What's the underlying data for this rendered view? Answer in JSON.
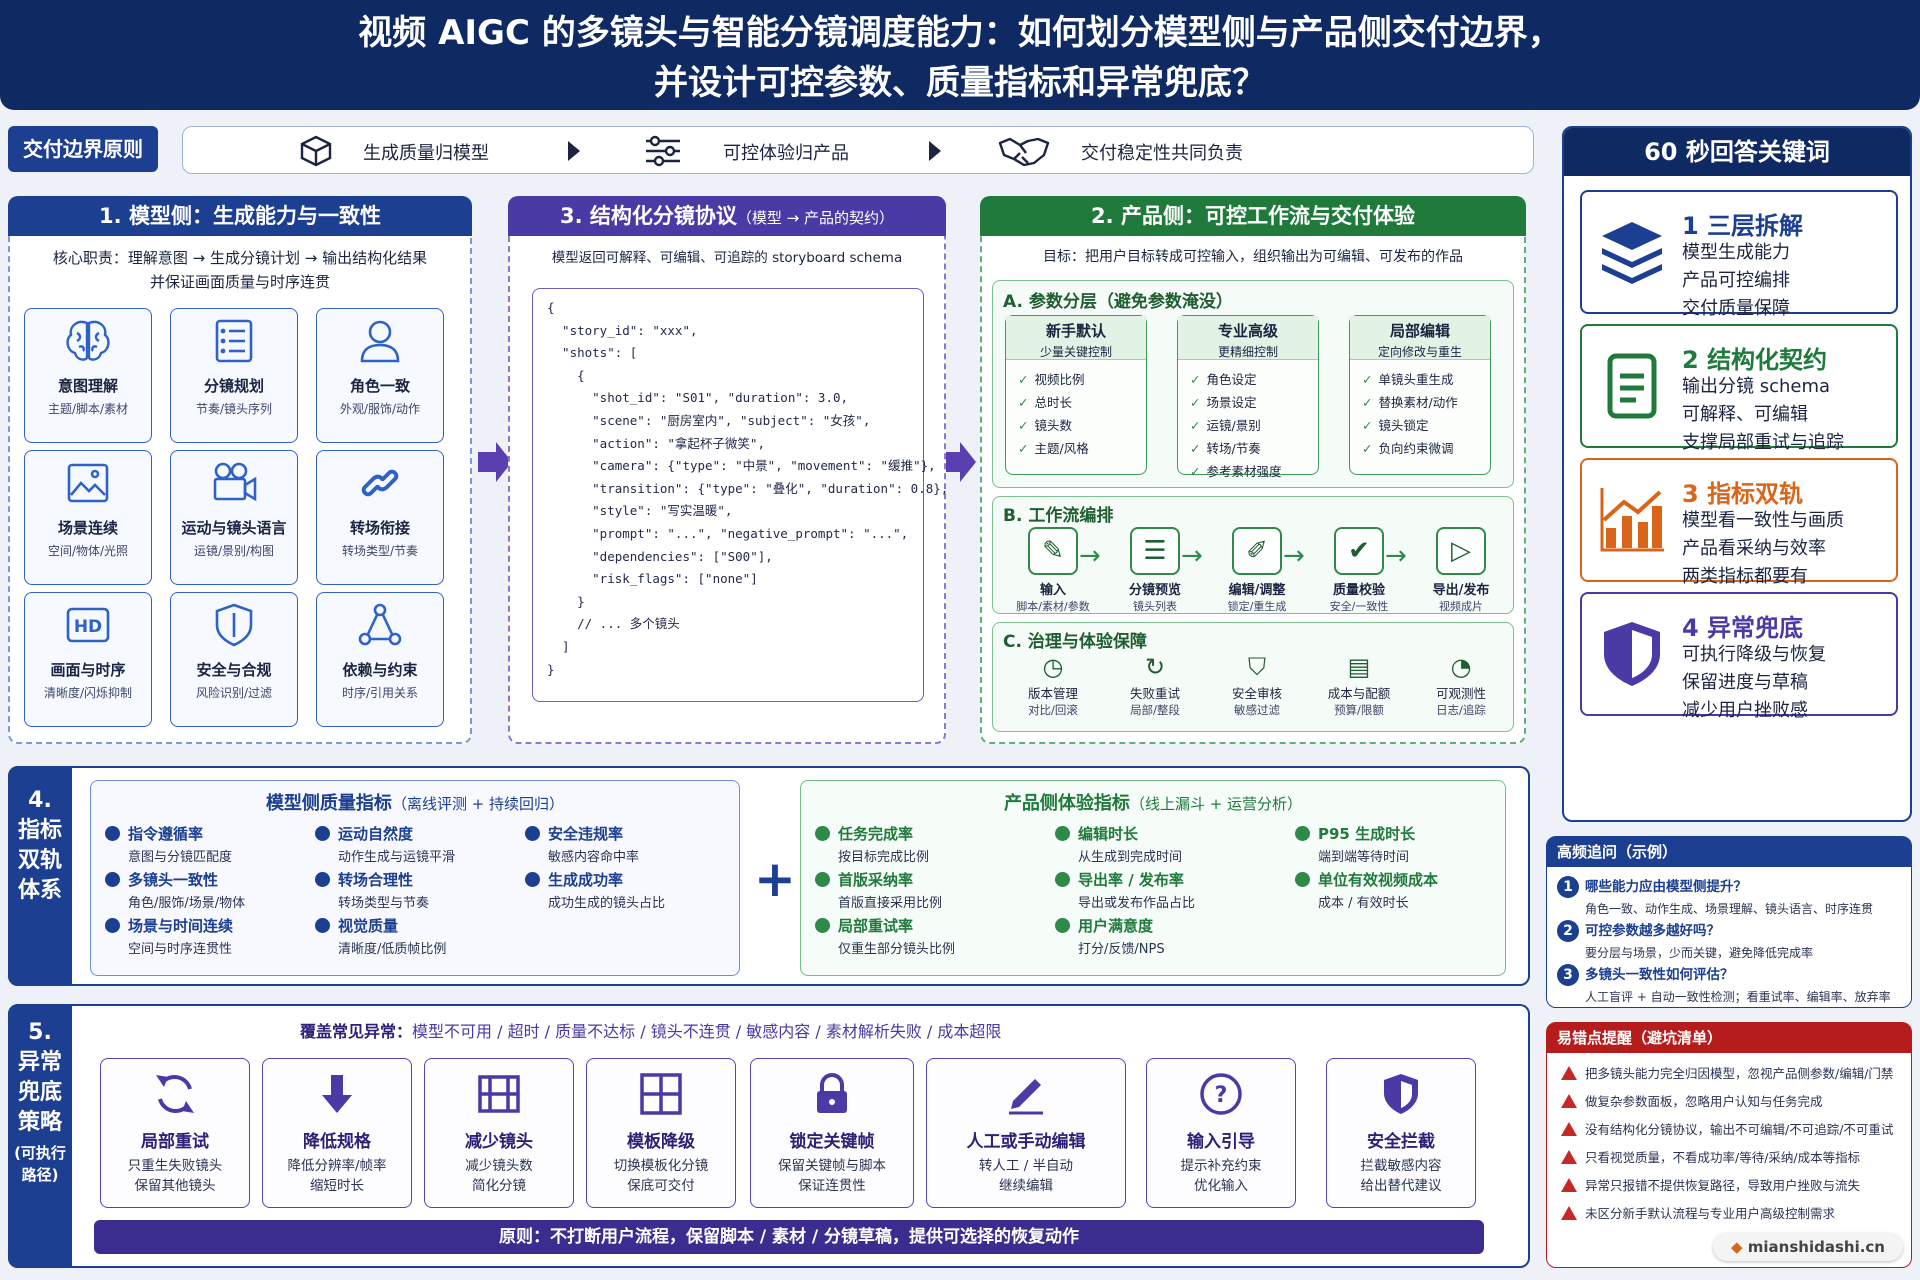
{
  "header": {
    "line1": "视频 AIGC 的多镜头与智能分镜调度能力：如何划分模型侧与产品侧交付边界，",
    "line2": "并设计可控参数、质量指标和异常兜底？"
  },
  "principle": {
    "tag": "交付边界原则",
    "items": [
      "生成质量归模型",
      "可控体验归产品",
      "交付稳定性共同负责"
    ]
  },
  "model_side": {
    "title": "1. 模型侧：生成能力与一致性",
    "duty_line1": "核心职责：理解意图 → 生成分镜计划 → 输出结构化结果",
    "duty_line2": "并保证画面质量与时序连贯",
    "tiles": [
      {
        "t": "意图理解",
        "s": "主题/脚本/素材"
      },
      {
        "t": "分镜规划",
        "s": "节奏/镜头序列"
      },
      {
        "t": "角色一致",
        "s": "外观/服饰/动作"
      },
      {
        "t": "场景连续",
        "s": "空间/物体/光照"
      },
      {
        "t": "运动与镜头语言",
        "s": "运镜/景别/构图"
      },
      {
        "t": "转场衔接",
        "s": "转场类型/节奏"
      },
      {
        "t": "画面与时序",
        "s": "清晰度/闪烁抑制"
      },
      {
        "t": "安全与合规",
        "s": "风险识别/过滤"
      },
      {
        "t": "依赖与约束",
        "s": "时序/引用关系"
      }
    ]
  },
  "protocol": {
    "title": "3. 结构化分镜协议",
    "title_sub": "（模型 → 产品的契约）",
    "desc": "模型返回可解释、可编辑、可追踪的 storyboard schema",
    "code": [
      "{",
      "  \"story_id\": \"xxx\",",
      "  \"shots\": [",
      "    {",
      "      \"shot_id\": \"S01\", \"duration\": 3.0,",
      "      \"scene\": \"厨房室内\", \"subject\": \"女孩\",",
      "      \"action\": \"拿起杯子微笑\",",
      "      \"camera\": {\"type\": \"中景\", \"movement\": \"缓推\"},",
      "      \"transition\": {\"type\": \"叠化\", \"duration\": 0.8},",
      "      \"style\": \"写实温暖\",",
      "      \"prompt\": \"...\", \"negative_prompt\": \"...\",",
      "      \"dependencies\": [\"S00\"],",
      "      \"risk_flags\": [\"none\"]",
      "    }",
      "    // ... 多个镜头",
      "  ]",
      "}"
    ]
  },
  "product_side": {
    "title": "2. 产品侧：可控工作流与交付体验",
    "goal": "目标：把用户目标转成可控输入，组织输出为可编辑、可发布的作品",
    "a_title": "A. 参数分层（避免参数淹没）",
    "params": [
      {
        "h": "新手默认",
        "s": "少量关键控制",
        "items": [
          "视频比例",
          "总时长",
          "镜头数",
          "主题/风格"
        ]
      },
      {
        "h": "专业高级",
        "s": "更精细控制",
        "items": [
          "角色设定",
          "场景设定",
          "运镜/景别",
          "转场/节奏",
          "参考素材强度"
        ]
      },
      {
        "h": "局部编辑",
        "s": "定向修改与重生",
        "items": [
          "单镜头重生成",
          "替换素材/动作",
          "镜头锁定",
          "负向约束微调"
        ]
      }
    ],
    "b_title": "B. 工作流编排",
    "flow": [
      {
        "a": "输入",
        "b": "脚本/素材/参数"
      },
      {
        "a": "分镜预览",
        "b": "镜头列表"
      },
      {
        "a": "编辑/调整",
        "b": "锁定/重生成"
      },
      {
        "a": "质量校验",
        "b": "安全/一致性"
      },
      {
        "a": "导出/发布",
        "b": "视频成片"
      }
    ],
    "c_title": "C. 治理与体验保障",
    "gov": [
      {
        "a": "版本管理",
        "b": "对比/回滚"
      },
      {
        "a": "失败重试",
        "b": "局部/整段"
      },
      {
        "a": "安全审核",
        "b": "敏感过滤"
      },
      {
        "a": "成本与配额",
        "b": "预算/限额"
      },
      {
        "a": "可观测性",
        "b": "日志/追踪"
      }
    ]
  },
  "keywords": {
    "title": "60 秒回答关键词",
    "items": [
      {
        "n": "1",
        "t": "三层拆解",
        "lines": [
          "模型生成能力",
          "产品可控编排",
          "交付质量保障"
        ],
        "color": "#1d3f91"
      },
      {
        "n": "2",
        "t": "结构化契约",
        "lines": [
          "输出分镜 schema",
          "可解释、可编辑",
          "支撑局部重试与追踪"
        ],
        "color": "#1f7a3c"
      },
      {
        "n": "3",
        "t": "指标双轨",
        "lines": [
          "模型看一致性与画质",
          "产品看采纳与效率",
          "两类指标都要有"
        ],
        "color": "#d9651a"
      },
      {
        "n": "4",
        "t": "异常兜底",
        "lines": [
          "可执行降级与恢复",
          "保留进度与草稿",
          "减少用户挫败感"
        ],
        "color": "#4a3aa5"
      }
    ]
  },
  "metrics": {
    "side_label": [
      "4.",
      "指标",
      "双轨",
      "体系"
    ],
    "model_title": "模型侧质量指标",
    "model_sub": "（离线评测 + 持续回归）",
    "model_items": [
      {
        "a": "指令遵循率",
        "b": "意图与分镜匹配度"
      },
      {
        "a": "多镜头一致性",
        "b": "角色/服饰/场景/物体"
      },
      {
        "a": "场景与时间连续",
        "b": "空间与时序连贯性"
      },
      {
        "a": "运动自然度",
        "b": "动作生成与运镜平滑"
      },
      {
        "a": "转场合理性",
        "b": "转场类型与节奏"
      },
      {
        "a": "视觉质量",
        "b": "清晰度/低质帧比例"
      },
      {
        "a": "安全违规率",
        "b": "敏感内容命中率"
      },
      {
        "a": "生成成功率",
        "b": "成功生成的镜头占比"
      }
    ],
    "plus": "+",
    "product_title": "产品侧体验指标",
    "product_sub": "（线上漏斗 + 运营分析）",
    "product_items": [
      {
        "a": "任务完成率",
        "b": "按目标完成比例"
      },
      {
        "a": "首版采纳率",
        "b": "首版直接采用比例"
      },
      {
        "a": "局部重试率",
        "b": "仅重生部分镜头比例"
      },
      {
        "a": "编辑时长",
        "b": "从生成到完成时间"
      },
      {
        "a": "导出率 / 发布率",
        "b": "导出或发布作品占比"
      },
      {
        "a": "用户满意度",
        "b": "打分/反馈/NPS"
      },
      {
        "a": "P95 生成时长",
        "b": "端到端等待时间"
      },
      {
        "a": "单位有效视频成本",
        "b": "成本 / 有效时长"
      }
    ]
  },
  "exceptions": {
    "side_label": [
      "5.",
      "异常",
      "兜底",
      "策略"
    ],
    "side_sub": [
      "(可执行",
      "路径)"
    ],
    "cover_label": "覆盖常见异常：",
    "cover_items": "模型不可用 / 超时 / 质量不达标 / 镜头不连贯 / 敏感内容 / 素材解析失败 / 成本超限",
    "cards": [
      {
        "a": "局部重试",
        "b1": "只重生失败镜头",
        "b2": "保留其他镜头"
      },
      {
        "a": "降低规格",
        "b1": "降低分辨率/帧率",
        "b2": "缩短时长"
      },
      {
        "a": "减少镜头",
        "b1": "减少镜头数",
        "b2": "简化分镜"
      },
      {
        "a": "模板降级",
        "b1": "切换模板化分镜",
        "b2": "保底可交付"
      },
      {
        "a": "锁定关键帧",
        "b1": "保留关键帧与脚本",
        "b2": "保证连贯性"
      },
      {
        "a": "人工或手动编辑",
        "b1": "转人工 / 半自动",
        "b2": "继续编辑"
      },
      {
        "a": "输入引导",
        "b1": "提示补充约束",
        "b2": "优化输入"
      },
      {
        "a": "安全拦截",
        "b1": "拦截敏感内容",
        "b2": "给出替代建议"
      }
    ],
    "principle": "原则：不打断用户流程，保留脚本 / 素材 / 分镜草稿，提供可选择的恢复动作"
  },
  "followup": {
    "title": "高频追问（示例）",
    "items": [
      {
        "n": "1",
        "q": "哪些能力应由模型侧提升？",
        "a": "角色一致、动作生成、场景理解、镜头语言、时序连贯"
      },
      {
        "n": "2",
        "q": "可控参数越多越好吗？",
        "a": "要分层与场景，少而关键，避免降低完成率"
      },
      {
        "n": "3",
        "q": "多镜头一致性如何评估？",
        "a": "人工盲评 + 自动一致性检测；看重试率、编辑率、放弃率"
      }
    ]
  },
  "pitfalls": {
    "title": "易错点提醒（避坑清单）",
    "items": [
      "把多镜头能力完全归因模型，忽视产品侧参数/编辑/门禁",
      "做复杂参数面板，忽略用户认知与任务完成",
      "没有结构化分镜协议，输出不可编辑/不可追踪/不可重试",
      "只看视觉质量，不看成功率/等待/采纳/成本等指标",
      "异常只报错不提供恢复路径，导致用户挫败与流失",
      "未区分新手默认流程与专业用户高级控制需求"
    ]
  },
  "watermark": "mianshidashi.cn",
  "colors": {
    "navy": "#0f2a63",
    "blue": "#1d3f91",
    "green": "#1f7a3c",
    "purple": "#4a3aa5",
    "orange": "#d9651a",
    "red": "#b71c1c"
  }
}
